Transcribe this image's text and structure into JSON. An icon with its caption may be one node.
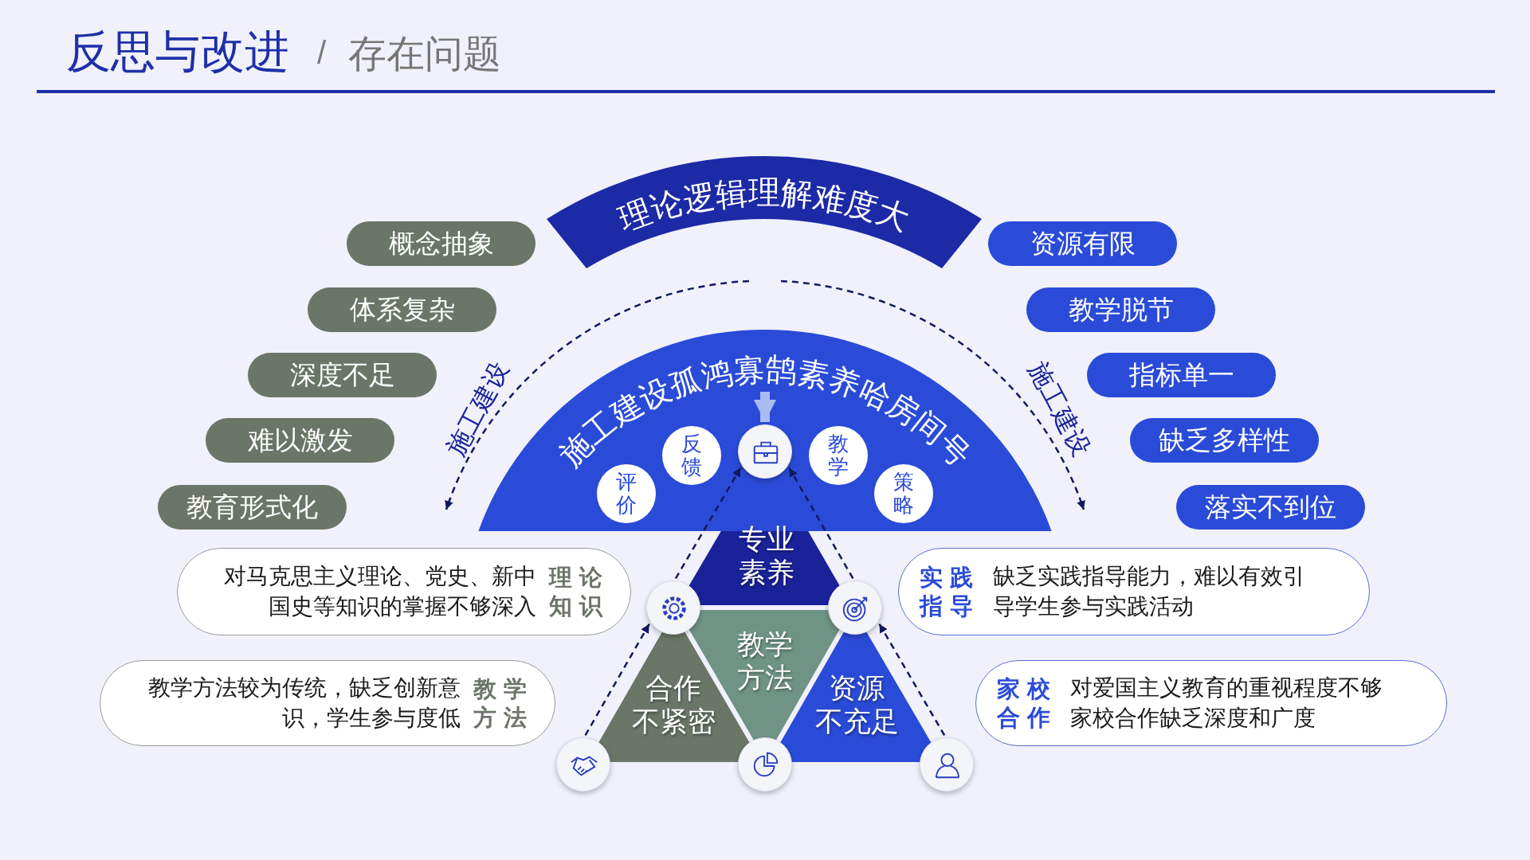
{
  "diagram": {
    "title": "反思与改进",
    "nodes": [
      {
        "text": [
          "理论逻辑理解难度大"
        ]
      },
      {
        "text": [
          "概念抽象"
        ]
      },
      {
        "text": [
          "体系复杂"
        ]
      },
      {
        "text": [
          "深度不足"
        ]
      },
      {
        "text": [
          "难以激发"
        ]
      },
      {
        "text": [
          "教育形式化"
        ]
      },
      {
        "text": [
          "资源有限"
        ]
      },
      {
        "text": [
          "教学脱节"
        ]
      },
      {
        "text": [
          "指标单一"
        ]
      },
      {
        "text": [
          "缺乏多样性"
        ]
      },
      {
        "text": [
          "落实不到位"
        ]
      },
      {
        "text": [
          "施工建设孤鸿寡鹄素养哈房间号"
        ]
      },
      {
        "text": [
          "评价"
        ],
        "in": 11
      },
      {
        "text": [
          "反馈"
        ],
        "in": 11
      },
      {
        "text": [
          "教学"
        ],
        "in": 11
      },
      {
        "text": [
          "策略"
        ],
        "in": 11
      },
      {
        "text": [],
        "shape": "circle",
        "in": 11
      },
      {
        "text": [
          "专业素养"
        ]
      },
      {
        "text": [
          "对马克思主义理论、党史、新中国史等知识的掌握不够深入",
          "理论知识"
        ]
      },
      {
        "text": [],
        "shape": "circle"
      },
      {
        "text": [],
        "shape": "circle"
      },
      {
        "text": [
          "实践指导",
          "缺乏实践指导能力，难以有效引导学生参与实践活动"
        ]
      },
      {
        "text": [
          "教学方法"
        ]
      },
      {
        "text": [
          "合作不紧密"
        ]
      },
      {
        "text": [
          "资源不充足"
        ]
      },
      {
        "text": [
          "教学方法较为传统，缺乏创新意识，学生参与度低",
          "教学方法"
        ]
      },
      {
        "text": [
          "家校合作",
          "对爱国主义教育的重视程度不够家校合作缺乏深度和广度"
        ]
      },
      {
        "text": [],
        "shape": "circle"
      },
      {
        "text": [],
        "shape": "circle"
      },
      {
        "text": [],
        "shape": "circle"
      }
    ],
    "edges": [
      {
        "from": null,
        "to": 16,
        "arrow": "to",
        "style": "thick",
        "color": "#a9bcf2"
      },
      {
        "from": 27,
        "to": 19,
        "arrow": "to",
        "style": "dashed"
      },
      {
        "from": 19,
        "to": 16,
        "arrow": "to",
        "style": "dashed"
      },
      {
        "from": 29,
        "to": 20,
        "arrow": "to",
        "style": "dashed"
      },
      {
        "from": 20,
        "to": 16,
        "arrow": "to",
        "style": "dashed"
      }
    ],
    "labels": [
      "/",
      "存在问题",
      "施工建设",
      "施工建设"
    ]
  }
}
